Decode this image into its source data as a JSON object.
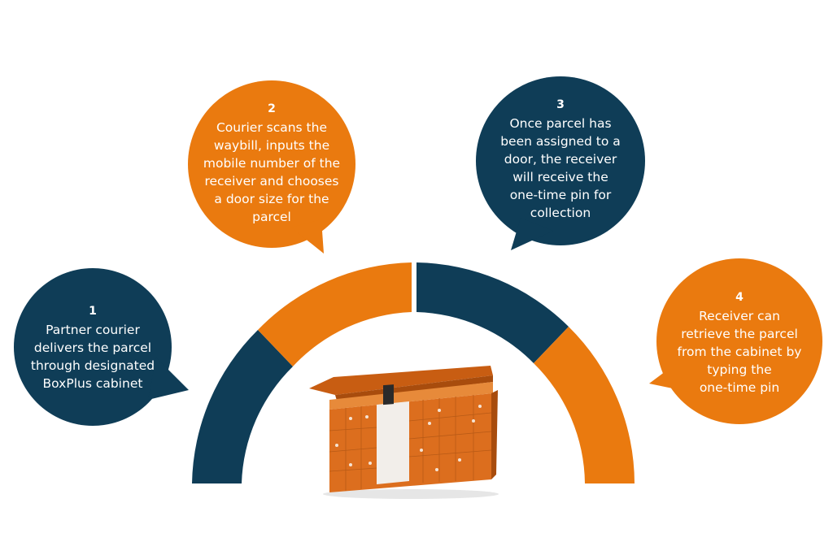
{
  "colors": {
    "navy": "#0f3d57",
    "orange": "#ea7a0f",
    "cabinet": "#dc6e1e",
    "background": "#ffffff"
  },
  "steps": [
    {
      "number": "1",
      "text": "Partner courier\ndelivers the parcel\nthrough designated\nBoxPlus cabinet",
      "color": "navy"
    },
    {
      "number": "2",
      "text": "Courier scans the\nwaybill, inputs the\nmobile number of the\nreceiver and chooses\na door size for the\nparcel",
      "color": "orange"
    },
    {
      "number": "3",
      "text": "Once parcel has\nbeen assigned to a\ndoor, the receiver\nwill receive the\none-time pin for\ncollection",
      "color": "navy"
    },
    {
      "number": "4",
      "text": "Receiver can\nretrieve the parcel\nfrom the cabinet by\ntyping the\none-time pin",
      "color": "orange"
    }
  ],
  "arc_segments": [
    "navy",
    "orange",
    "navy",
    "orange"
  ],
  "image": {
    "subject": "parcel-locker-cabinet"
  }
}
